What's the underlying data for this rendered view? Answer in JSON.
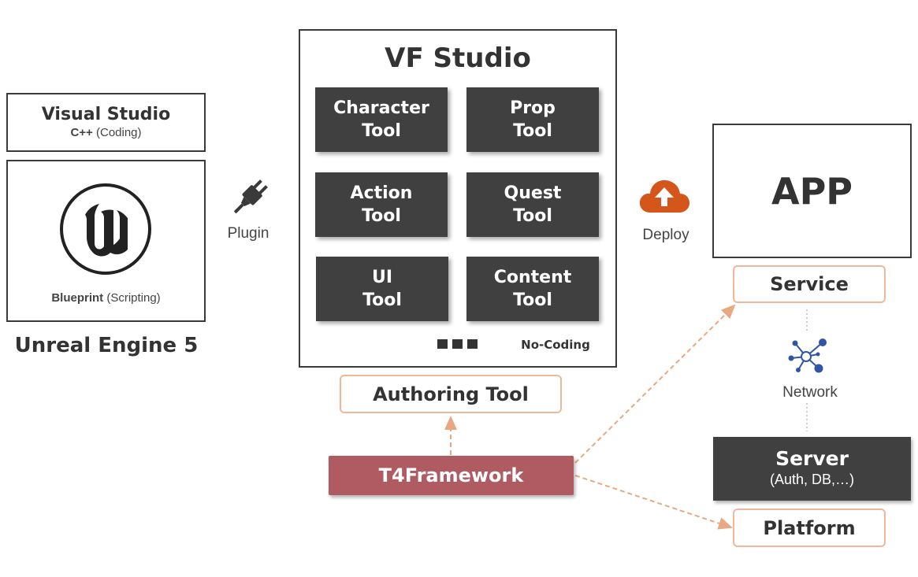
{
  "left": {
    "visual_studio": {
      "title": "Visual Studio",
      "lang": "C++",
      "lang_note": "(Coding)"
    },
    "unreal": {
      "blueprint": "Blueprint",
      "blueprint_note": "(Scripting)",
      "caption": "Unreal Engine 5"
    }
  },
  "plugin": {
    "label": "Plugin"
  },
  "studio": {
    "title": "VF Studio",
    "tools": [
      {
        "line1": "Character",
        "line2": "Tool"
      },
      {
        "line1": "Prop",
        "line2": "Tool"
      },
      {
        "line1": "Action",
        "line2": "Tool"
      },
      {
        "line1": "Quest",
        "line2": "Tool"
      },
      {
        "line1": "UI",
        "line2": "Tool"
      },
      {
        "line1": "Content",
        "line2": "Tool"
      }
    ],
    "no_coding": "No-Coding"
  },
  "authoring": {
    "label": "Authoring Tool"
  },
  "framework": {
    "label": "T4Framework"
  },
  "deploy": {
    "label": "Deploy"
  },
  "app": {
    "label": "APP"
  },
  "service": {
    "label": "Service"
  },
  "network": {
    "label": "Network"
  },
  "server": {
    "title": "Server",
    "subtitle": "(Auth, DB,…)"
  },
  "platform": {
    "label": "Platform"
  },
  "colors": {
    "dark_tile": "#404040",
    "framework": "#b05a62",
    "peach_border": "#f0b89a",
    "arrow": "#e8a882",
    "deploy_cloud": "#d4561a",
    "network_icon": "#2f55a4"
  }
}
